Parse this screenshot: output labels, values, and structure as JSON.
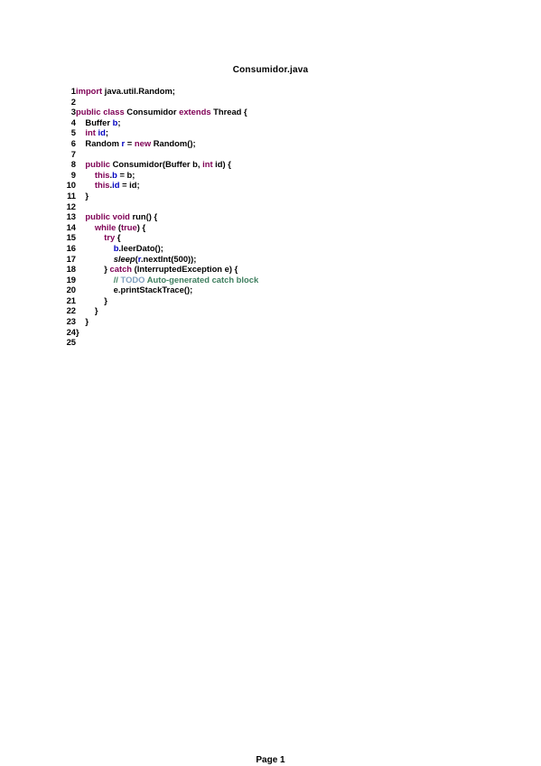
{
  "document": {
    "title": "Consumidor.java",
    "footer": "Page 1"
  },
  "code": {
    "lines": [
      {
        "n": "1",
        "tokens": [
          {
            "t": "import",
            "c": "kw"
          },
          {
            "t": " java.util.Random;"
          }
        ]
      },
      {
        "n": "2",
        "tokens": []
      },
      {
        "n": "3",
        "tokens": [
          {
            "t": "public",
            "c": "kw"
          },
          {
            "t": " "
          },
          {
            "t": "class",
            "c": "kw"
          },
          {
            "t": " Consumidor "
          },
          {
            "t": "extends",
            "c": "kw"
          },
          {
            "t": " Thread {"
          }
        ]
      },
      {
        "n": "4",
        "tokens": [
          {
            "t": "    Buffer "
          },
          {
            "t": "b",
            "c": "fld"
          },
          {
            "t": ";"
          }
        ]
      },
      {
        "n": "5",
        "tokens": [
          {
            "t": "    "
          },
          {
            "t": "int",
            "c": "kw"
          },
          {
            "t": " "
          },
          {
            "t": "id",
            "c": "fld"
          },
          {
            "t": ";"
          }
        ]
      },
      {
        "n": "6",
        "tokens": [
          {
            "t": "    Random "
          },
          {
            "t": "r",
            "c": "fld"
          },
          {
            "t": " = "
          },
          {
            "t": "new",
            "c": "kw"
          },
          {
            "t": " Random();"
          }
        ]
      },
      {
        "n": "7",
        "tokens": []
      },
      {
        "n": "8",
        "tokens": [
          {
            "t": "    "
          },
          {
            "t": "public",
            "c": "kw"
          },
          {
            "t": " Consumidor(Buffer b, "
          },
          {
            "t": "int",
            "c": "kw"
          },
          {
            "t": " id) {"
          }
        ]
      },
      {
        "n": "9",
        "tokens": [
          {
            "t": "        "
          },
          {
            "t": "this",
            "c": "kw"
          },
          {
            "t": "."
          },
          {
            "t": "b",
            "c": "fld"
          },
          {
            "t": " = b;"
          }
        ]
      },
      {
        "n": "10",
        "tokens": [
          {
            "t": "        "
          },
          {
            "t": "this",
            "c": "kw"
          },
          {
            "t": "."
          },
          {
            "t": "id",
            "c": "fld"
          },
          {
            "t": " = id;"
          }
        ]
      },
      {
        "n": "11",
        "tokens": [
          {
            "t": "    }"
          }
        ]
      },
      {
        "n": "12",
        "tokens": []
      },
      {
        "n": "13",
        "tokens": [
          {
            "t": "    "
          },
          {
            "t": "public",
            "c": "kw"
          },
          {
            "t": " "
          },
          {
            "t": "void",
            "c": "kw"
          },
          {
            "t": " run() {"
          }
        ]
      },
      {
        "n": "14",
        "tokens": [
          {
            "t": "        "
          },
          {
            "t": "while",
            "c": "kw"
          },
          {
            "t": " ("
          },
          {
            "t": "true",
            "c": "kw"
          },
          {
            "t": ") {"
          }
        ]
      },
      {
        "n": "15",
        "tokens": [
          {
            "t": "            "
          },
          {
            "t": "try",
            "c": "kw"
          },
          {
            "t": " {"
          }
        ]
      },
      {
        "n": "16",
        "tokens": [
          {
            "t": "                "
          },
          {
            "t": "b",
            "c": "fld"
          },
          {
            "t": ".leerDato();"
          }
        ]
      },
      {
        "n": "17",
        "tokens": [
          {
            "t": "                "
          },
          {
            "t": "sleep",
            "c": "it"
          },
          {
            "t": "("
          },
          {
            "t": "r",
            "c": "fld"
          },
          {
            "t": ".nextInt(500));"
          }
        ]
      },
      {
        "n": "18",
        "tokens": [
          {
            "t": "            } "
          },
          {
            "t": "catch",
            "c": "kw"
          },
          {
            "t": " (InterruptedException e) {"
          }
        ]
      },
      {
        "n": "19",
        "tokens": [
          {
            "t": "                "
          },
          {
            "t": "// ",
            "c": "cmt"
          },
          {
            "t": "TODO",
            "c": "todo"
          },
          {
            "t": " Auto-generated catch block",
            "c": "cmt"
          }
        ]
      },
      {
        "n": "20",
        "tokens": [
          {
            "t": "                e.printStackTrace();"
          }
        ]
      },
      {
        "n": "21",
        "tokens": [
          {
            "t": "            }"
          }
        ]
      },
      {
        "n": "22",
        "tokens": [
          {
            "t": "        }"
          }
        ]
      },
      {
        "n": "23",
        "tokens": [
          {
            "t": "    }"
          }
        ]
      },
      {
        "n": "24",
        "tokens": [
          {
            "t": "}"
          }
        ]
      },
      {
        "n": "25",
        "tokens": []
      }
    ]
  }
}
